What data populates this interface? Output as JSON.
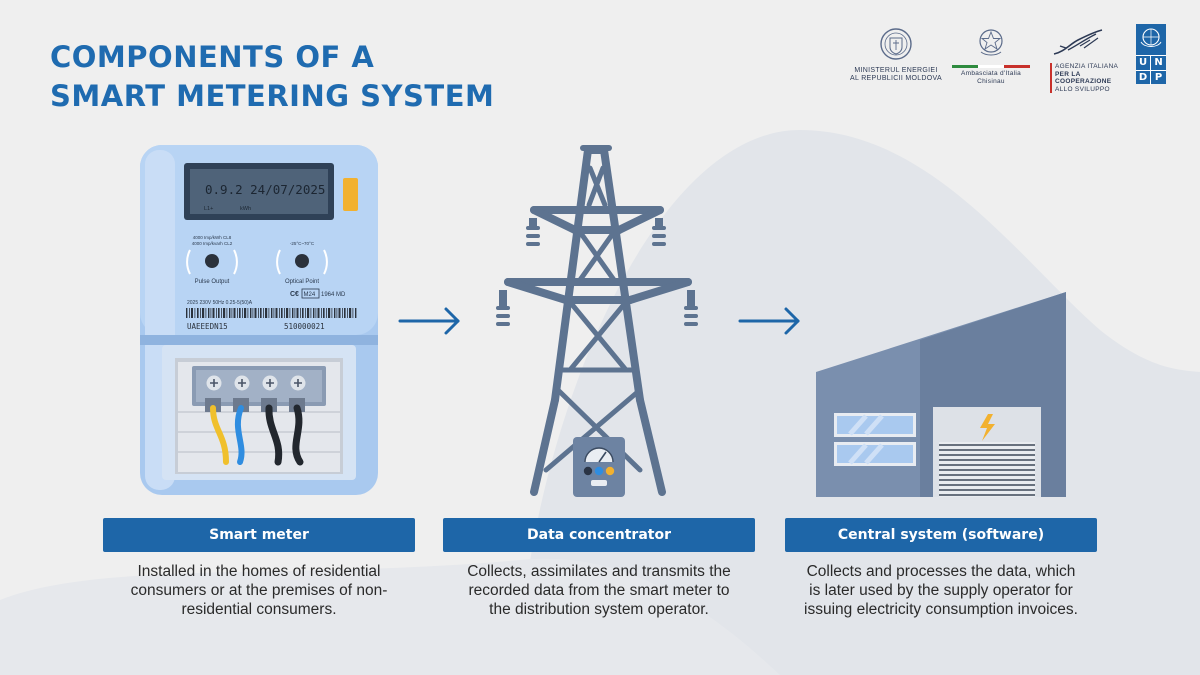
{
  "title": {
    "line1": "COMPONENTS OF A",
    "line2": "SMART METERING SYSTEM"
  },
  "logos": {
    "ministry_line1": "MINISTERUL ENERGIEI",
    "ministry_line2": "AL REPUBLICII MOLDOVA",
    "embassy_line1": "Ambasciata d'Italia",
    "embassy_line2": "Chisinau",
    "aics_line1": "AGENZIA ITALIANA",
    "aics_line2": "PER LA COOPERAZIONE",
    "aics_line3": "ALLO SVILUPPO",
    "undp_letters": [
      "U",
      "N",
      "D",
      "P"
    ]
  },
  "meter": {
    "display_reading": "0.9.2 24/07/2025",
    "display_sub_left": "L1+",
    "display_sub_right": "kWh",
    "pulse_spec_line1": "4000 Imp/kWh CL8",
    "pulse_spec_line2": "4000 Imp/kvarh CL2",
    "pulse_label": "Pulse Output",
    "temp_range": "-25°C~70°C",
    "optical_label": "Optical Point",
    "cert_mark": "C€",
    "cert_code": "M24",
    "cert_number": "1964",
    "cert_suffix": "MD",
    "spec_line": "2025  230V  50Hz  0.25-5(50)A",
    "serial_left": "UAEEEDN15",
    "serial_right": "510000021"
  },
  "components": [
    {
      "label": "Smart meter",
      "description_lines": [
        "Installed in the homes of residential",
        "consumers or at the premises of non-",
        "residential consumers."
      ]
    },
    {
      "label": "Data concentrator",
      "description_lines": [
        "Collects, assimilates and transmits the",
        "recorded data from the smart meter to",
        "the distribution system operator."
      ]
    },
    {
      "label": "Central system (software)",
      "description_lines": [
        "Collects and processes the data, which",
        "is later used by the supply operator for",
        "issuing electricity consumption invoices."
      ]
    }
  ],
  "colors": {
    "brand_blue": "#1e66a8",
    "title_blue": "#1f6bb0",
    "tower_gray": "#5d7390",
    "meter_blue": "#a8c9ee",
    "building_gray": "#6f86a6"
  }
}
